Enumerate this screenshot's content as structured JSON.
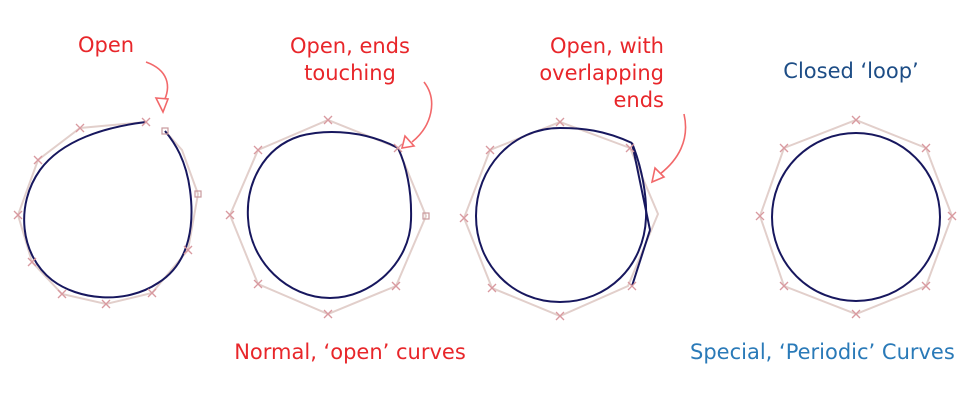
{
  "labels": {
    "open": "Open",
    "ends_touching_line1": "Open, ends",
    "ends_touching_line2": "touching",
    "overlapping_line1": "Open, with",
    "overlapping_line2": "overlapping",
    "overlapping_line3": "ends",
    "closed_loop": "Closed ‘loop’",
    "normal_caption": "Normal, ‘open’ curves",
    "special_caption": "Special, ‘Periodic’ Curves"
  },
  "colors": {
    "annotation_red": "#e8262a",
    "closed_label_navy": "#1d4d86",
    "special_caption_blue": "#2a7ab8",
    "curve_navy": "#17175e",
    "control_hull": "#e2cfcb",
    "control_point": "#d99aa0",
    "arrow": "#f2686a"
  }
}
